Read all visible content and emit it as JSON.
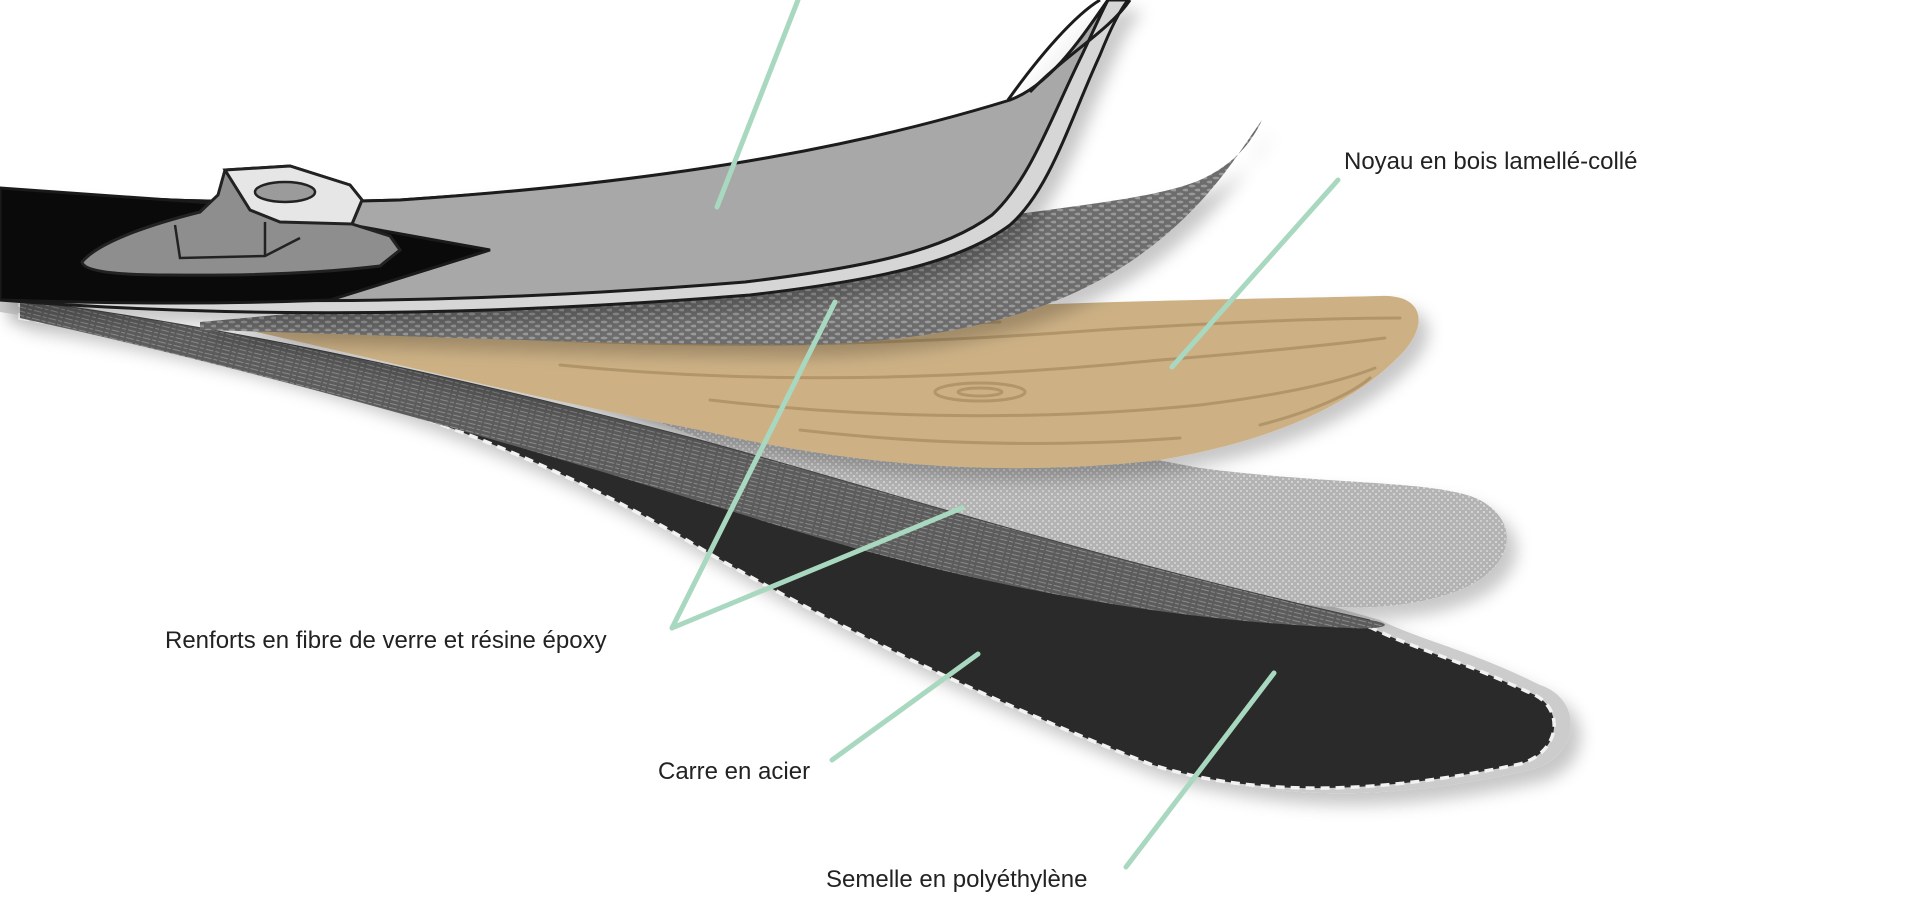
{
  "labels": {
    "core": "Noyau en bois lamellé-collé",
    "fiber": "Renforts en fibre de verre et résine époxy",
    "edge": "Carre en acier",
    "base": "Semelle en polyéthylène"
  },
  "colors": {
    "leader": "#a9d8c0",
    "outline": "#1a1a1a",
    "topsheet": "#a8a8a8",
    "topsheet_edge": "#d6d6d6",
    "binding_plate": "#0a0a0a",
    "wood": "#cdb185",
    "wood_grain": "#b2966b",
    "fiber_upper": "#6e6e6e",
    "fiber_lower": "#b4b4b4",
    "base": "#2b2b2b",
    "base_border": "#c9c9c9",
    "edge_dash": "#f2f2f2"
  }
}
